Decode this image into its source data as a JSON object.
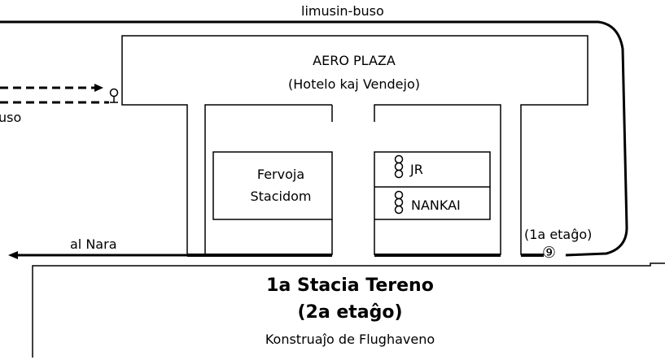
{
  "labels": {
    "limousine_bus": "limusin-buso",
    "aero_plaza_name": "AERO PLAZA",
    "aero_plaza_sub": "(Hotelo kaj Vendejo)",
    "bus_partial": "uso",
    "station_line1": "Fervoja",
    "station_line2": "Stacidom",
    "jr": "JR",
    "nankai": "NANKAI",
    "to_nara": "al Nara",
    "first_floor": "(1a etaĝo)",
    "stop_number": "⑨",
    "terminal_title": "1a Stacia Tereno",
    "terminal_floor": "(2a etaĝo)",
    "building": "Konstruaĵo de Flughaveno"
  },
  "colors": {
    "line": "#000000",
    "background": "#ffffff"
  },
  "icons": [
    "bus-stop-icon",
    "train-stop-icon",
    "arrow-left-icon",
    "arrow-right-icon"
  ]
}
